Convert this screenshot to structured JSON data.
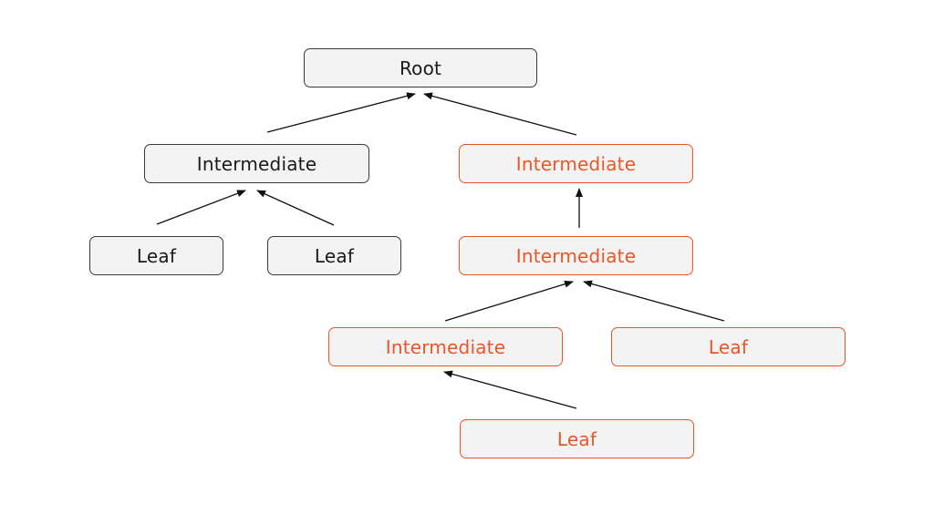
{
  "diagram": {
    "nodes": {
      "root": {
        "label": "Root",
        "highlighted": false
      },
      "intermediate_left": {
        "label": "Intermediate",
        "highlighted": false
      },
      "intermediate_right": {
        "label": "Intermediate",
        "highlighted": true
      },
      "leaf_left_1": {
        "label": "Leaf",
        "highlighted": false
      },
      "leaf_left_2": {
        "label": "Leaf",
        "highlighted": false
      },
      "intermediate_mid": {
        "label": "Intermediate",
        "highlighted": true
      },
      "intermediate_bottom": {
        "label": "Intermediate",
        "highlighted": true
      },
      "leaf_right": {
        "label": "Leaf",
        "highlighted": true
      },
      "leaf_bottom": {
        "label": "Leaf",
        "highlighted": true
      }
    },
    "edges": [
      {
        "from": "intermediate_left",
        "to": "root"
      },
      {
        "from": "intermediate_right",
        "to": "root"
      },
      {
        "from": "leaf_left_1",
        "to": "intermediate_left"
      },
      {
        "from": "leaf_left_2",
        "to": "intermediate_left"
      },
      {
        "from": "intermediate_mid",
        "to": "intermediate_right"
      },
      {
        "from": "intermediate_bottom",
        "to": "intermediate_mid"
      },
      {
        "from": "leaf_right",
        "to": "intermediate_mid"
      },
      {
        "from": "leaf_bottom",
        "to": "intermediate_bottom"
      }
    ],
    "colors": {
      "highlight": "#e8562a",
      "default_border": "#3a3a3a",
      "node_fill": "#f3f3f3",
      "edge": "#111111"
    }
  }
}
